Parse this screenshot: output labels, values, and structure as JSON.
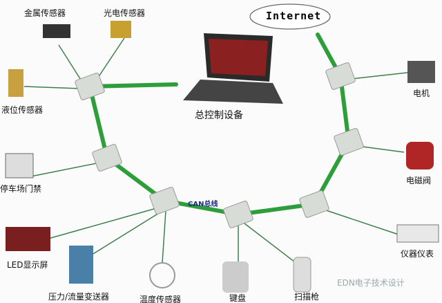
{
  "title": "总控制设备",
  "cloud": "Internet",
  "bus_label": "CAN总线",
  "watermark": "EDN电子技术设计",
  "colors": {
    "bus": "#2e9e3a",
    "branch": "#3a8a4a",
    "module": "#d8dcd6"
  },
  "devices": {
    "metal": "金属传感器",
    "photo": "光电传感器",
    "level": "液位传感器",
    "parking": "停车场门禁",
    "led": "LED显示屏",
    "pressure": "压力/流量变送器",
    "temp": "温度传感器",
    "keyboard": "键盘",
    "scanner": "扫描枪",
    "meter": "仪器仪表",
    "valve": "电磁阀",
    "motor": "电机"
  }
}
